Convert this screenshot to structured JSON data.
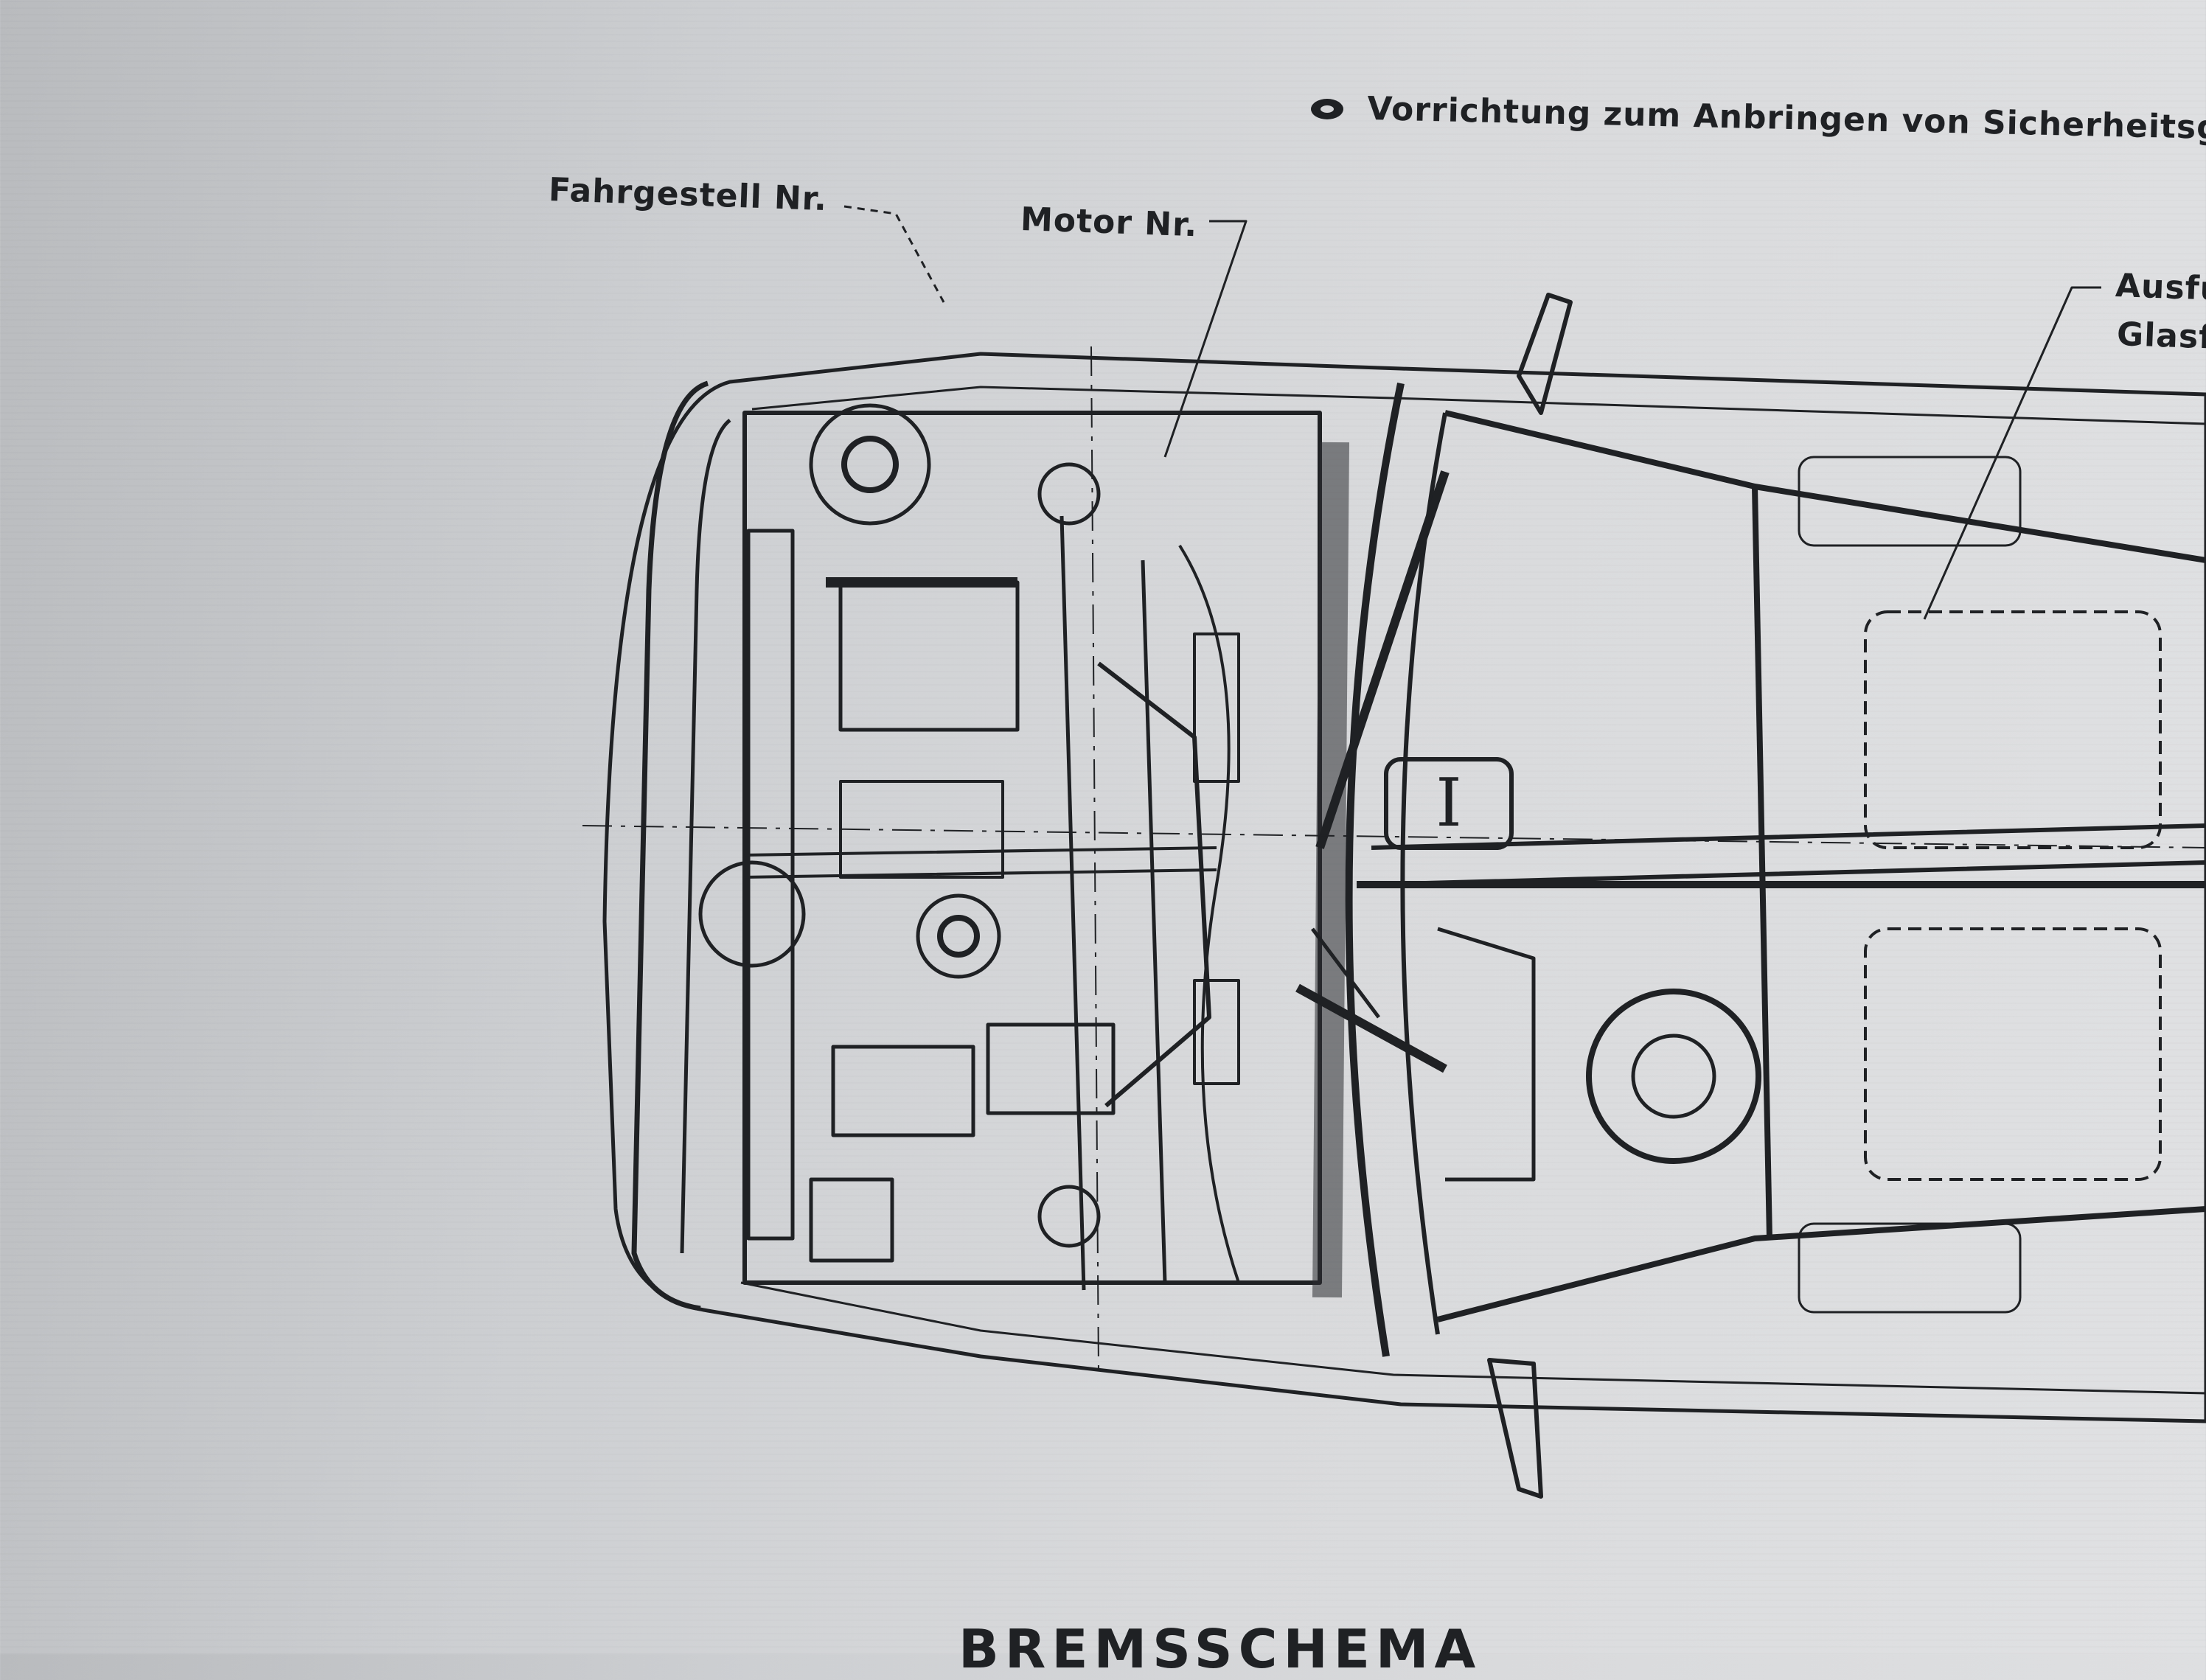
{
  "legend": {
    "symbol_icon": "seatbelt-anchor-symbol-icon",
    "text": "Vorrichtung zum Anbringen von Sicherheitsgurt"
  },
  "callouts": {
    "chassis_number": "Fahrgestell Nr.",
    "engine_number": "Motor Nr.",
    "right_label_line1": "Ausfü",
    "right_label_line2": "Glasf"
  },
  "bottom_heading": "BREMSSCHEMA",
  "colors": {
    "ink": "#1f2124",
    "paper": "#d4d5d7"
  }
}
